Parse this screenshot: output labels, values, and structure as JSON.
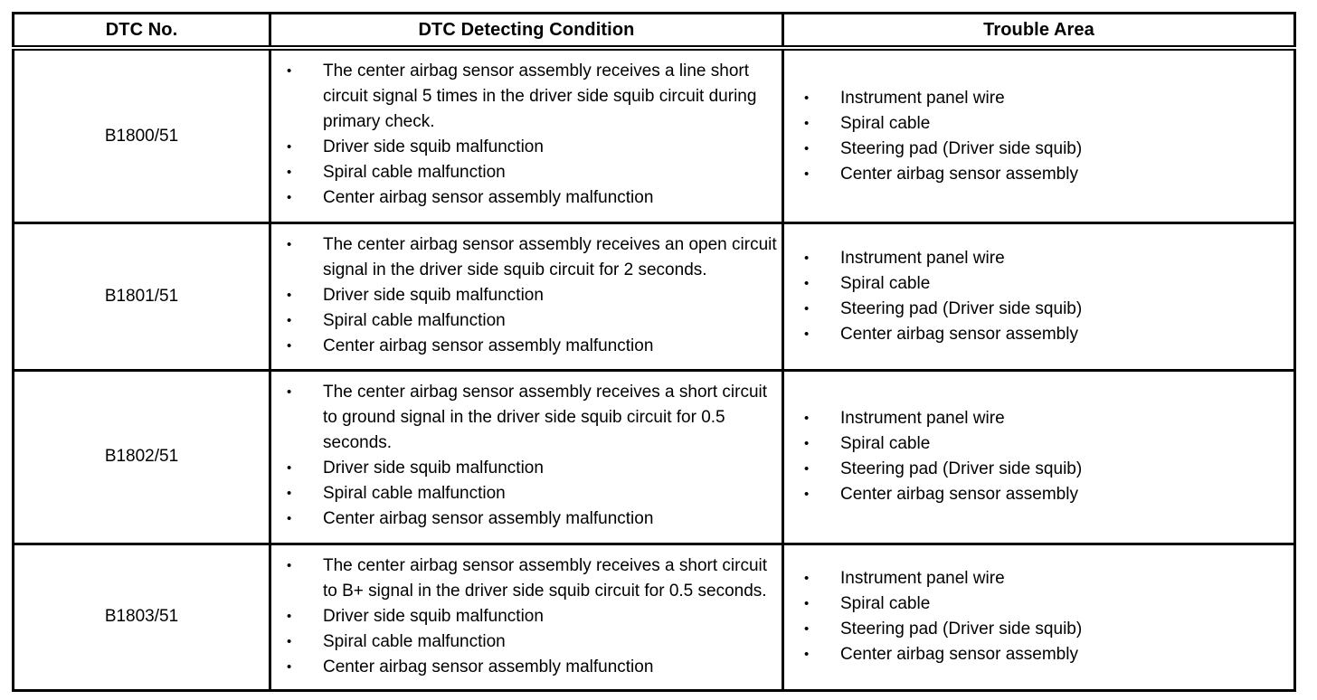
{
  "table": {
    "columns": [
      {
        "key": "dtc_no",
        "label": "DTC No."
      },
      {
        "key": "condition",
        "label": "DTC Detecting Condition"
      },
      {
        "key": "area",
        "label": "Trouble Area"
      }
    ],
    "rows": [
      {
        "dtc_no": "B1800/51",
        "condition": [
          "The center airbag sensor assembly receives a line short circuit signal 5 times in the driver side squib circuit during primary check.",
          "Driver side squib malfunction",
          "Spiral cable malfunction",
          "Center airbag sensor assembly malfunction"
        ],
        "area": [
          "Instrument panel wire",
          "Spiral cable",
          "Steering pad (Driver side squib)",
          "Center airbag sensor assembly"
        ]
      },
      {
        "dtc_no": "B1801/51",
        "condition": [
          "The center airbag sensor assembly receives an open circuit signal in the driver side squib circuit for 2 seconds.",
          "Driver side squib malfunction",
          "Spiral cable malfunction",
          "Center airbag sensor assembly malfunction"
        ],
        "area": [
          "Instrument panel wire",
          "Spiral cable",
          "Steering pad (Driver side squib)",
          "Center airbag sensor assembly"
        ]
      },
      {
        "dtc_no": "B1802/51",
        "condition": [
          "The center airbag sensor assembly receives a short circuit to ground signal in the driver side squib circuit for 0.5 seconds.",
          "Driver side squib malfunction",
          "Spiral cable malfunction",
          "Center airbag sensor assembly malfunction"
        ],
        "area": [
          "Instrument panel wire",
          "Spiral cable",
          "Steering pad (Driver side squib)",
          "Center airbag sensor assembly"
        ]
      },
      {
        "dtc_no": "B1803/51",
        "condition": [
          "The center airbag sensor assembly receives a short circuit to B+ signal in the driver side squib circuit for 0.5 seconds.",
          "Driver side squib malfunction",
          "Spiral cable malfunction",
          "Center airbag sensor assembly malfunction"
        ],
        "area": [
          "Instrument panel wire",
          "Spiral cable",
          "Steering pad (Driver side squib)",
          "Center airbag sensor assembly"
        ]
      }
    ]
  },
  "style": {
    "border_color": "#000000",
    "text_color": "#000000",
    "background": "#ffffff"
  }
}
